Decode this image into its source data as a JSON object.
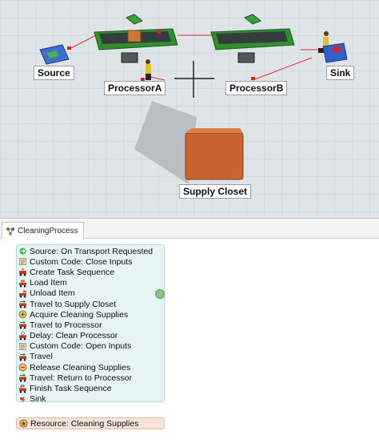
{
  "model_objects": {
    "source": "Source",
    "processor_a": "ProcessorA",
    "processor_b": "ProcessorB",
    "sink": "Sink",
    "supply_closet": "Supply Closet"
  },
  "tab": {
    "label": "CleaningProcess",
    "icon": "process-flow-icon"
  },
  "activities": [
    {
      "label": "Source: On Transport Requested",
      "icon": "source-icon"
    },
    {
      "label": "Custom Code: Close Inputs",
      "icon": "custom-code-icon"
    },
    {
      "label": "Create Task Sequence",
      "icon": "create-task-icon"
    },
    {
      "label": "Load Item",
      "icon": "load-icon"
    },
    {
      "label": "Unload Item",
      "icon": "unload-icon"
    },
    {
      "label": "Travel to Supply Closet",
      "icon": "travel-icon"
    },
    {
      "label": "Acquire Cleaning Supplies",
      "icon": "acquire-icon"
    },
    {
      "label": "Travel to Processor",
      "icon": "travel-icon"
    },
    {
      "label": "Delay: Clean Processor",
      "icon": "delay-icon"
    },
    {
      "label": "Custom Code: Open Inputs",
      "icon": "custom-code-icon"
    },
    {
      "label": "Travel",
      "icon": "travel-icon"
    },
    {
      "label": "Release Cleaning Supplies",
      "icon": "release-icon"
    },
    {
      "label": "Travel: Return to Processor",
      "icon": "travel-icon"
    },
    {
      "label": "Finish Task Sequence",
      "icon": "finish-icon"
    },
    {
      "label": "Sink",
      "icon": "sink-icon"
    }
  ],
  "resource": {
    "label": "Resource: Cleaning Supplies",
    "icon": "resource-icon"
  },
  "colors": {
    "viewport_floor": "#dfe4e8",
    "process_block": "#e6f4f4",
    "resource_block": "#f8e3d8",
    "supply_closet": "#c8642e",
    "processor_green": "#3e9e3e",
    "source_blue": "#3b6fd0",
    "connector_green": "#8cc58a"
  }
}
